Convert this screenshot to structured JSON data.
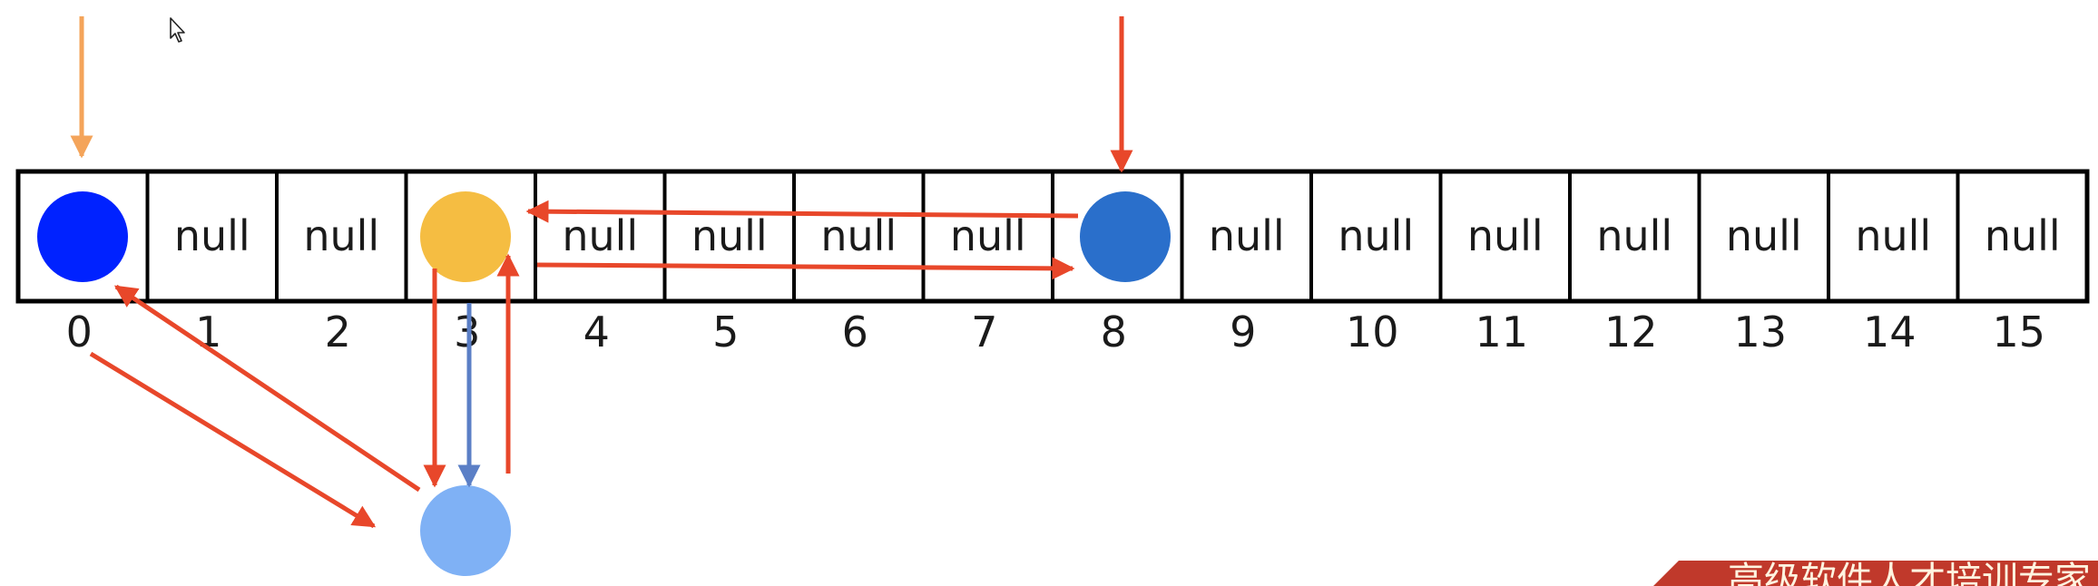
{
  "array": {
    "cells": [
      "",
      "null",
      "null",
      "",
      "null",
      "null",
      "null",
      "null",
      "",
      "null",
      "null",
      "null",
      "null",
      "null",
      "null",
      "null"
    ],
    "indices": [
      "0",
      "1",
      "2",
      "3",
      "4",
      "5",
      "6",
      "7",
      "8",
      "9",
      "10",
      "11",
      "12",
      "13",
      "14",
      "15"
    ]
  },
  "nodes": [
    {
      "slot": 0,
      "color": "#0022ff"
    },
    {
      "slot": 3,
      "color": "#f5bd42"
    },
    {
      "slot": 8,
      "color": "#2a6fcb"
    },
    {
      "below_slot": 3,
      "color": "#7fb1f5"
    }
  ],
  "colors": {
    "arrow_red": "#e8472a",
    "arrow_orange": "#f4a45a",
    "arrow_blue": "#5b7fc6",
    "grid": "#000000"
  },
  "banner": {
    "text": "高级软件人才培训专家"
  },
  "cursor_icon": "mouse-pointer-icon"
}
